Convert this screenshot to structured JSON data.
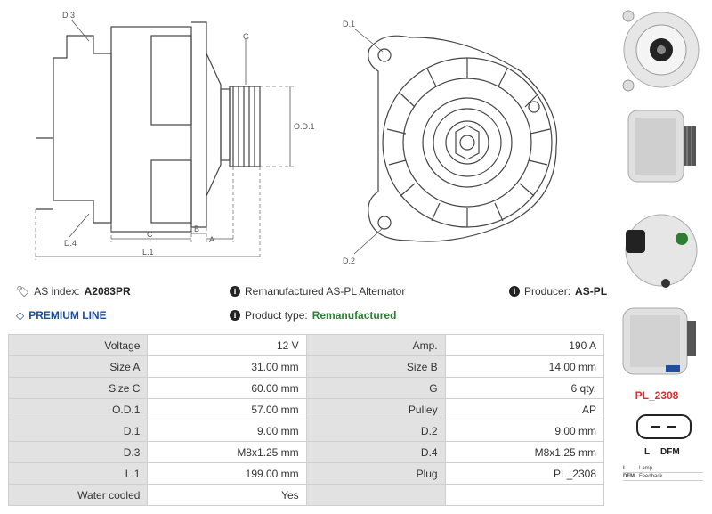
{
  "drawing": {
    "labels": {
      "d3": "D.3",
      "d4": "D.4",
      "g": "G",
      "od1": "O.D.1",
      "c": "C",
      "b": "B",
      "a": "A",
      "l1": "L.1",
      "d1": "D.1",
      "d2": "D.2"
    }
  },
  "info": {
    "as_index_label": "AS index:",
    "as_index_value": "A2083PR",
    "description": "Remanufactured AS-PL Alternator",
    "producer_label": "Producer:",
    "producer_value": "AS-PL",
    "premium": "PREMIUM LINE",
    "product_type_label": "Product type:",
    "product_type_value": "Remanufactured"
  },
  "specs": [
    [
      "Voltage",
      "12 V",
      "Amp.",
      "190 A"
    ],
    [
      "Size A",
      "31.00 mm",
      "Size B",
      "14.00 mm"
    ],
    [
      "Size C",
      "60.00 mm",
      "G",
      "6 qty."
    ],
    [
      "O.D.1",
      "57.00 mm",
      "Pulley",
      "AP"
    ],
    [
      "D.1",
      "9.00 mm",
      "D.2",
      "9.00 mm"
    ],
    [
      "D.3",
      "M8x1.25 mm",
      "D.4",
      "M8x1.25 mm"
    ],
    [
      "L.1",
      "199.00 mm",
      "Plug",
      "PL_2308"
    ],
    [
      "Water cooled",
      "Yes",
      "",
      ""
    ]
  ],
  "plug": {
    "code": "PL_2308",
    "pin_l": "L",
    "pin_dfm": "DFM",
    "legend": [
      {
        "key": "L",
        "desc": "Lamp"
      },
      {
        "key": "DFM",
        "desc": "Feedback"
      }
    ]
  },
  "colors": {
    "premium": "#1e4e9a",
    "remanufactured": "#2e7d32",
    "plug_code": "#d32f2f",
    "table_key_bg": "#e2e2e2"
  }
}
